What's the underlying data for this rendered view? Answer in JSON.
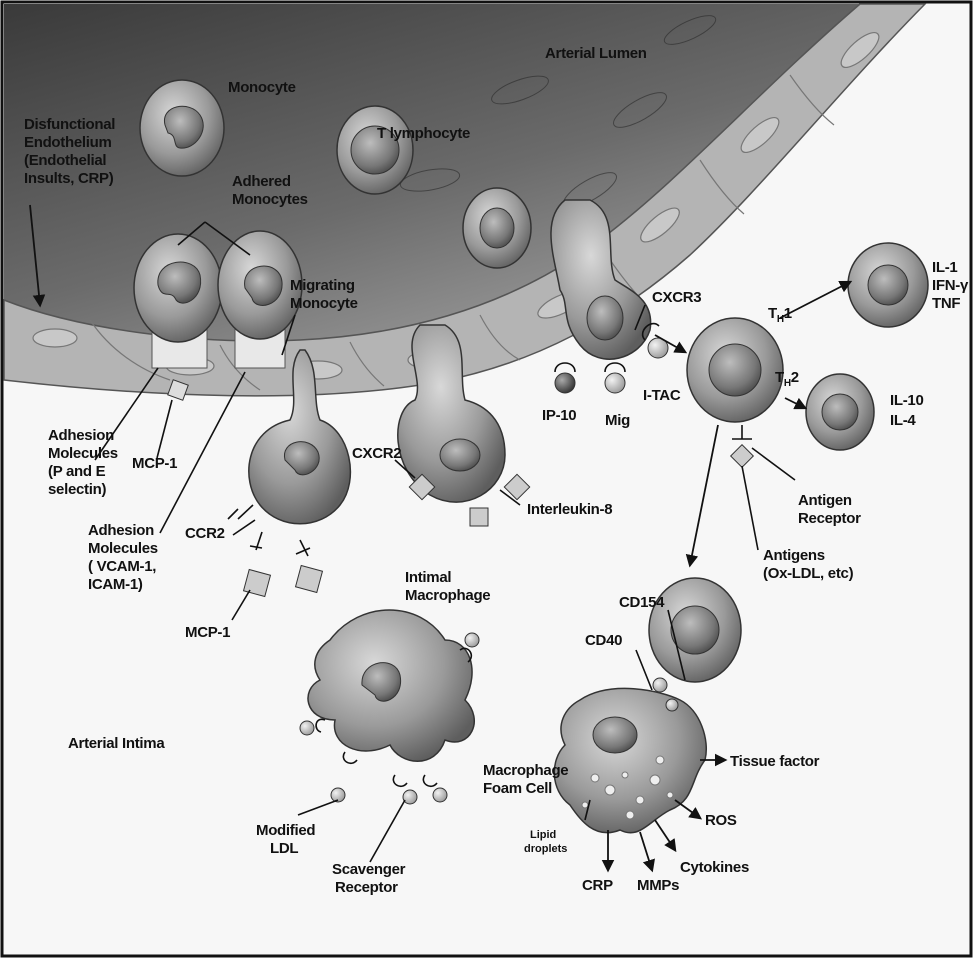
{
  "labels": {
    "arterial_lumen": "Arterial Lumen",
    "monocyte": "Monocyte",
    "t_lymphocyte": "T lymphocyte",
    "dysfunctional_endothelium": [
      "Disfunctional",
      "Endothelium",
      "(Endothelial",
      "Insults, CRP)"
    ],
    "adhered_monocytes": [
      "Adhered",
      "Monocytes"
    ],
    "migrating_monocyte": [
      "Migrating",
      "Monocyte"
    ],
    "cxcr3": "CXCR3",
    "th1": "T",
    "th1_sub": "H",
    "th1_num": "1",
    "th1_products": [
      "IL-1",
      "IFN-γ",
      "TNF"
    ],
    "th2": "T",
    "th2_sub": "H",
    "th2_num": "2",
    "th2_products": [
      "IL-10",
      "IL-4"
    ],
    "adhesion_pe": [
      "Adhesion",
      "Molecules",
      "(P and E",
      "selectin)"
    ],
    "mcp1_upper": "MCP-1",
    "ip10": "IP-10",
    "mig": "Mig",
    "itac": "I-TAC",
    "cxcr2": "CXCR2",
    "interleukin8": "Interleukin-8",
    "antigen_receptor": [
      "Antigen",
      "Receptor"
    ],
    "adhesion_vcam": [
      "Adhesion",
      "Molecules",
      "( VCAM-1,",
      "ICAM-1)"
    ],
    "ccr2": "CCR2",
    "antigens": [
      "Antigens",
      "(Ox-LDL, etc)"
    ],
    "mcp1_lower": "MCP-1",
    "intimal_macrophage": [
      "Intimal",
      "Macrophage"
    ],
    "cd154": "CD154",
    "cd40": "CD40",
    "arterial_intima": "Arterial Intima",
    "tissue_factor": "Tissue factor",
    "foam_cell": [
      "Macrophage",
      "Foam Cell"
    ],
    "ros": "ROS",
    "cytokines": "Cytokines",
    "lipid_droplets": [
      "Lipid",
      "droplets"
    ],
    "crp": "CRP",
    "mmps": "MMPs",
    "modified_ldl": [
      "Modified",
      "LDL"
    ],
    "scavenger_receptor": [
      "Scavenger",
      "Receptor"
    ]
  }
}
